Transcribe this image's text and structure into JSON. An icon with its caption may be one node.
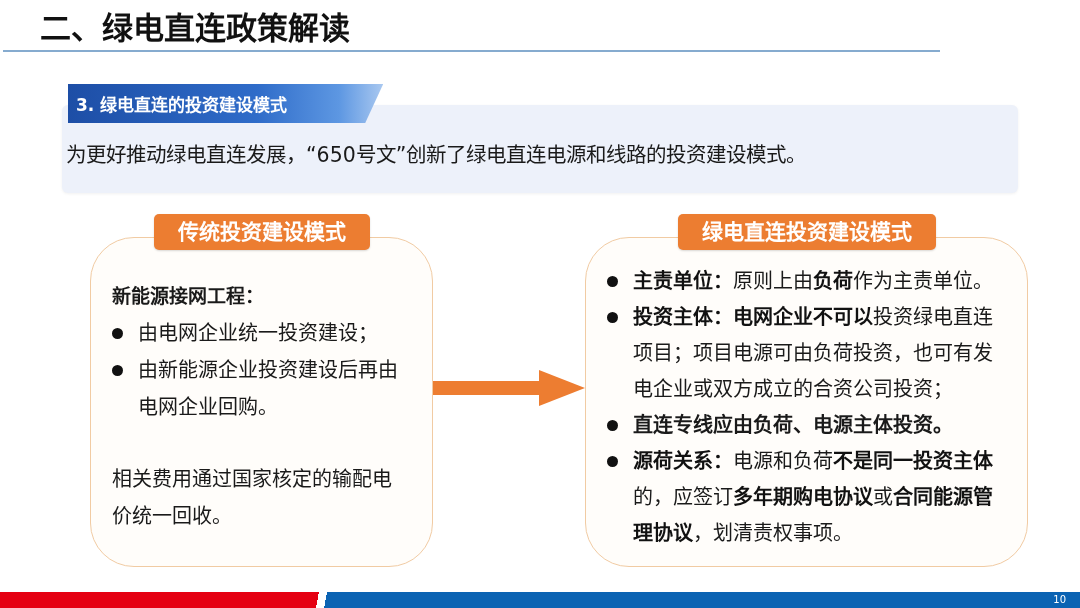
{
  "diagram": {
    "title": "二、绿电直连政策解读",
    "nodes": [
      {
        "text": [
          "3. 绿电直连的投资建设模式",
          "为更好推动绿电直连发展，“650号文”创新了绿电直连电源和线路的投资建设模式。"
        ]
      },
      {
        "text": [
          "传统投资建设模式",
          "新能源接网工程：",
          "由电网企业统一投资建设；",
          "由新能源企业投资建设后再由电网企业回购。",
          "相关费用通过国家核定的输配电价统一回收。"
        ]
      },
      {
        "text": [
          "绿电直连投资建设模式",
          "**主责单位：**原则上由**负荷**作为主责单位。",
          "**投资主体：电网企业不可以**投资绿电直连项目；项目电源可由负荷投资，也可有发电企业或双方成立的合资公司投资；",
          "直连专线应由负荷、电源主体投资。",
          "**源荷关系：**电源和负荷**不是同一投资主体**的，应签订**多年期购电协议**或**合同能源管理协议**，划清责权事项。"
        ]
      }
    ],
    "edges": [
      {
        "from": 1,
        "to": 2,
        "arrow": "to"
      }
    ],
    "labels": [
      "10"
    ]
  }
}
